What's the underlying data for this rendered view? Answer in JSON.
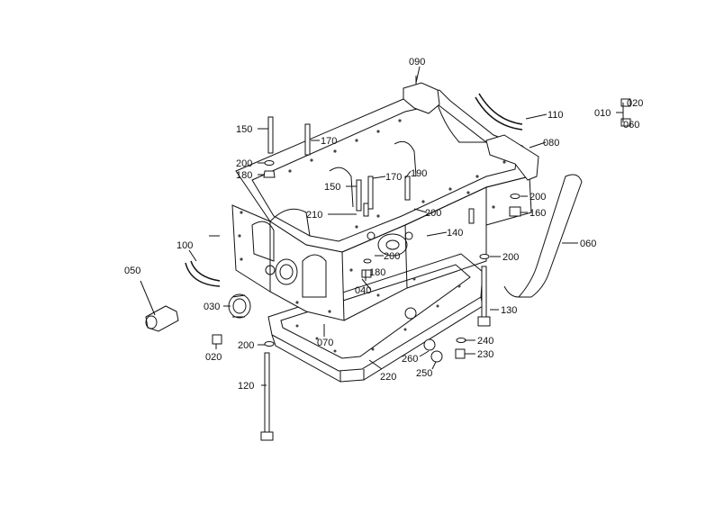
{
  "parts": [
    {
      "id": "p010",
      "label": "010"
    },
    {
      "id": "p020a",
      "label": "020"
    },
    {
      "id": "p020b",
      "label": "020"
    },
    {
      "id": "p030",
      "label": "030"
    },
    {
      "id": "p040",
      "label": "040"
    },
    {
      "id": "p050",
      "label": "050"
    },
    {
      "id": "p060a",
      "label": "060"
    },
    {
      "id": "p060b",
      "label": "060"
    },
    {
      "id": "p070",
      "label": "070"
    },
    {
      "id": "p080",
      "label": "080"
    },
    {
      "id": "p090",
      "label": "090"
    },
    {
      "id": "p100",
      "label": "100"
    },
    {
      "id": "p110",
      "label": "110"
    },
    {
      "id": "p120",
      "label": "120"
    },
    {
      "id": "p130",
      "label": "130"
    },
    {
      "id": "p140",
      "label": "140"
    },
    {
      "id": "p150a",
      "label": "150"
    },
    {
      "id": "p150b",
      "label": "150"
    },
    {
      "id": "p160",
      "label": "160"
    },
    {
      "id": "p170a",
      "label": "170"
    },
    {
      "id": "p170b",
      "label": "170"
    },
    {
      "id": "p180a",
      "label": "180"
    },
    {
      "id": "p180b",
      "label": "180"
    },
    {
      "id": "p190",
      "label": "190"
    },
    {
      "id": "p200a",
      "label": "200"
    },
    {
      "id": "p200b",
      "label": "200"
    },
    {
      "id": "p200c",
      "label": "200"
    },
    {
      "id": "p200d",
      "label": "200"
    },
    {
      "id": "p200e",
      "label": "200"
    },
    {
      "id": "p200f",
      "label": "200"
    },
    {
      "id": "p210",
      "label": "210"
    },
    {
      "id": "p220",
      "label": "220"
    },
    {
      "id": "p230",
      "label": "230"
    },
    {
      "id": "p240",
      "label": "240"
    },
    {
      "id": "p250",
      "label": "250"
    },
    {
      "id": "p260",
      "label": "260"
    }
  ]
}
